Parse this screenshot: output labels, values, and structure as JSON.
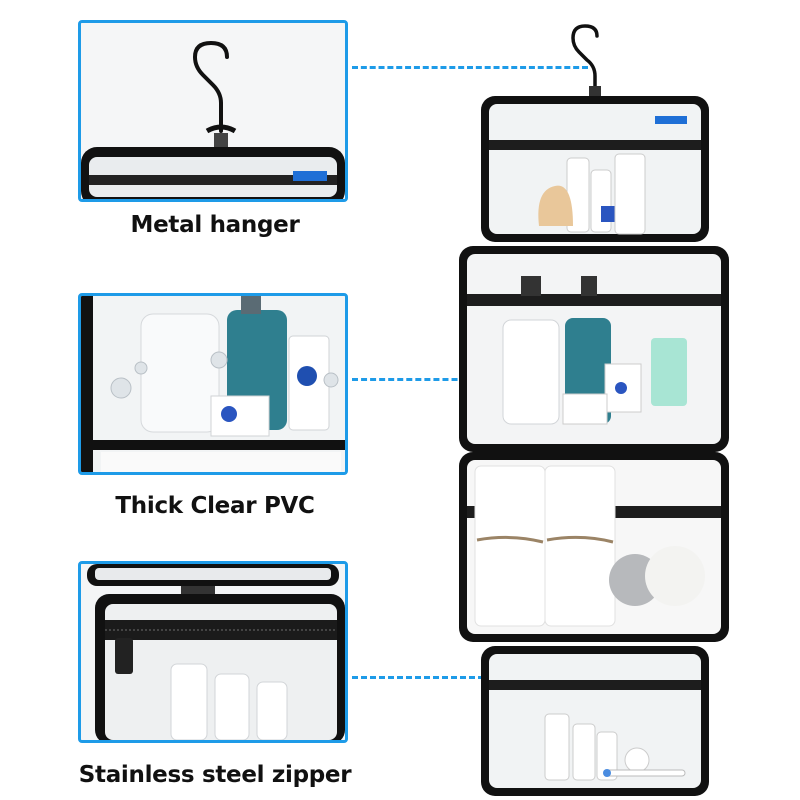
{
  "features": [
    {
      "id": "hanger",
      "label": "Metal hanger",
      "icon": "hanger-closeup"
    },
    {
      "id": "pvc",
      "label": "Thick Clear PVC",
      "icon": "pvc-closeup"
    },
    {
      "id": "zipper",
      "label": "Stainless steel zipper",
      "icon": "zipper-closeup"
    }
  ],
  "colors": {
    "accent": "#1e9be8",
    "bag_trim": "#111111",
    "bottle_blue": "#2f7f8f",
    "text": "#111111"
  },
  "product": {
    "icon": "hanging-toiletry-bag",
    "compartments": 4
  }
}
